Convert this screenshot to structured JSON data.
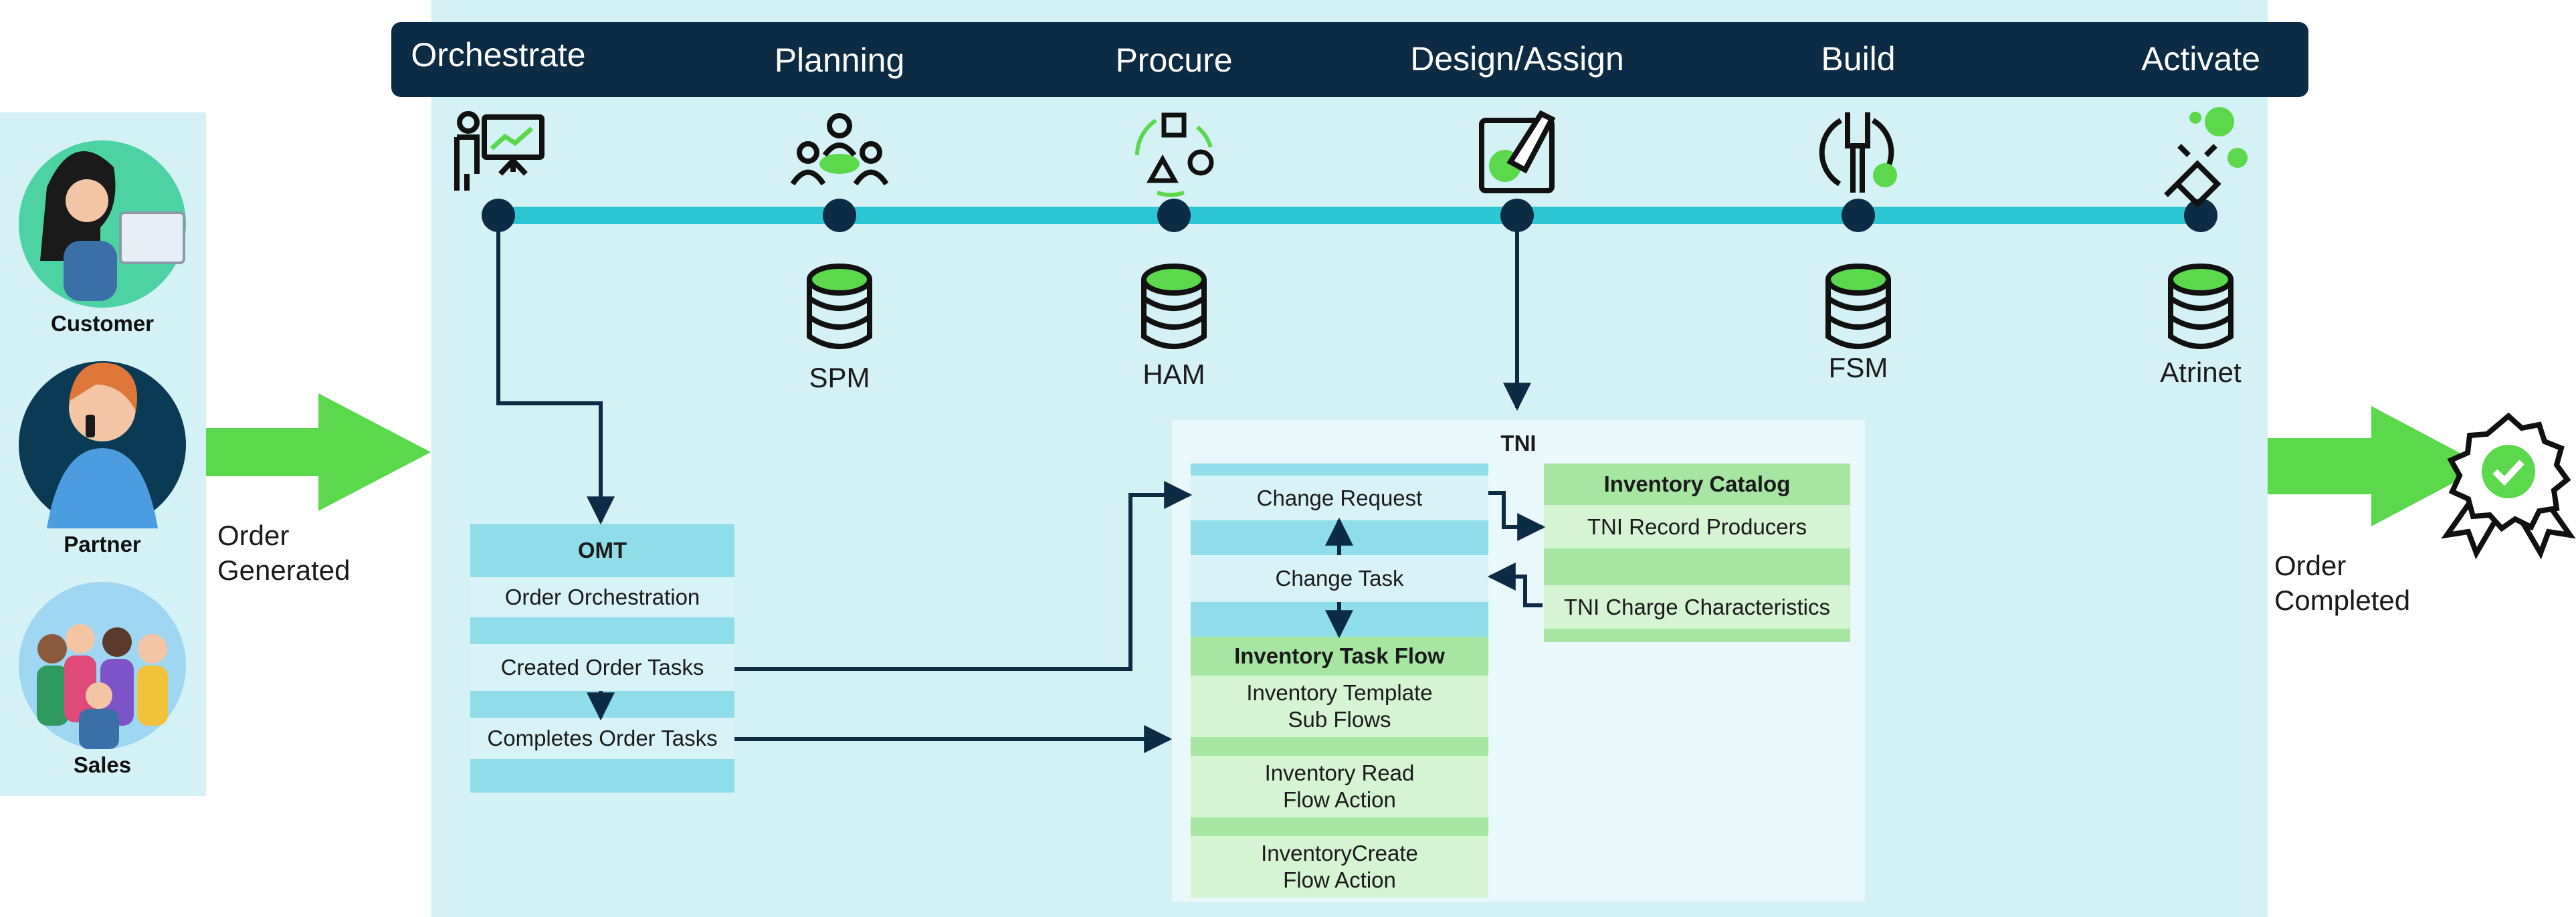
{
  "stages": [
    {
      "label": "Orchestrate",
      "icon": "presentation-icon"
    },
    {
      "label": "Planning",
      "icon": "team-meeting-icon"
    },
    {
      "label": "Procure",
      "icon": "shapes-cycle-icon"
    },
    {
      "label": "Design/Assign",
      "icon": "design-brush-icon"
    },
    {
      "label": "Build",
      "icon": "wrench-gear-icon"
    },
    {
      "label": "Activate",
      "icon": "plug-icon"
    }
  ],
  "databases": [
    "SPM",
    "HAM",
    "FSM",
    "Atrinet"
  ],
  "personas": [
    "Customer",
    "Partner",
    "Sales"
  ],
  "order_generated": [
    "Order",
    "Generated"
  ],
  "order_completed": [
    "Order",
    "Completed"
  ],
  "omt": {
    "title": "OMT",
    "rows": [
      "Order Orchestration",
      "Created Order Tasks",
      "Completes Order Tasks"
    ]
  },
  "tni": {
    "title": "TNI",
    "change_request": "Change Request",
    "change_task": "Change Task",
    "task_flow_title": "Inventory Task Flow",
    "task_flow_rows": [
      [
        "Inventory Template",
        "Sub Flows"
      ],
      [
        "Inventory Read",
        "Flow Action"
      ],
      [
        "InventoryCreate",
        "Flow Action"
      ]
    ],
    "catalog_title": "Inventory Catalog",
    "catalog_rows": [
      "TNI Record Producers",
      "TNI Charge Characteristics"
    ]
  },
  "colors": {
    "navy": "#0b2c44",
    "teal_line": "#2cc5d3",
    "panel": "#d4f1f6",
    "row_cyan": "#8fdde9",
    "row_light": "#d8f3f8",
    "green_head": "#a6e6a2",
    "green_light": "#d4f4d2",
    "arrow_green": "#5cd84d"
  }
}
